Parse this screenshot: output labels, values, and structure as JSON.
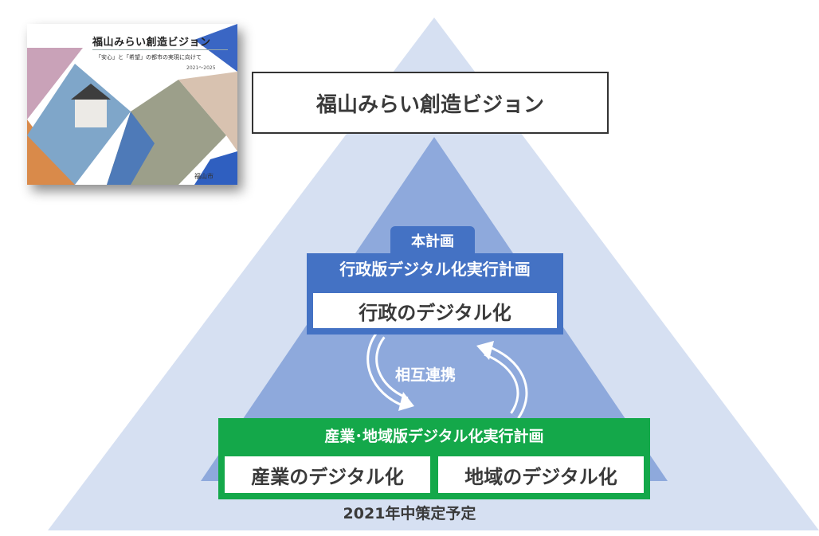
{
  "cover": {
    "title": "福山みらい創造ビジョン",
    "subtitle": "「安心」と「希望」の都市の実現に向けて",
    "years": "2021〜2025",
    "logo_text": "福山市"
  },
  "vision_title": "福山みらい創造ビジョン",
  "main_plan": {
    "tab_label": "本計画",
    "heading": "行政版デジタル化実行計画",
    "item": "行政のデジタル化"
  },
  "link_label": "相互連携",
  "sub_plan": {
    "heading": "産業･地域版デジタル化実行計画",
    "items": [
      "産業のデジタル化",
      "地域のデジタル化"
    ]
  },
  "schedule_note": "2021年中策定予定",
  "colors": {
    "outer_triangle": "#d6e0f2",
    "inner_triangle": "#8ea9dc",
    "main_plan_blue": "#4472c4",
    "sub_plan_green": "#14a84a",
    "text_dark": "#3a3a3a"
  }
}
